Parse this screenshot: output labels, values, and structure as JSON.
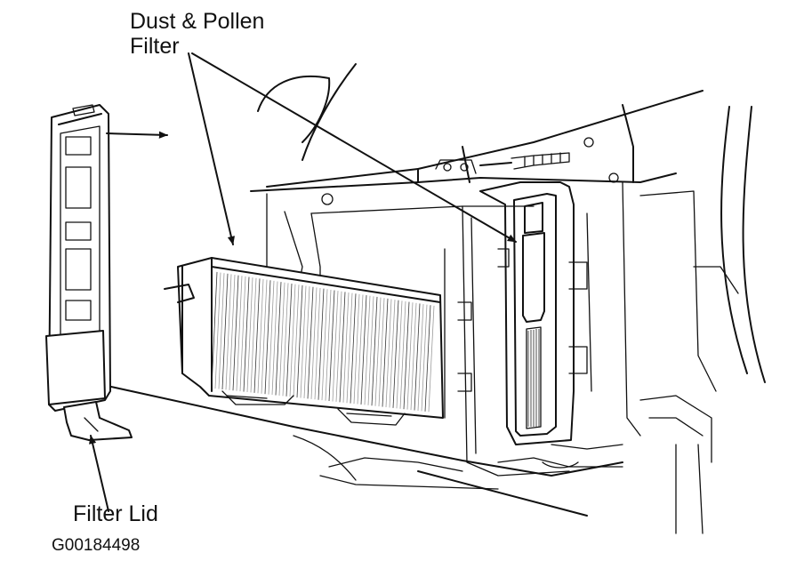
{
  "labels": {
    "dust_pollen_filter_line1": "Dust & Pollen",
    "dust_pollen_filter_line2": "Filter",
    "filter_lid": "Filter Lid",
    "figure_code": "G00184498"
  },
  "colors": {
    "ink": "#111111",
    "background": "#ffffff"
  }
}
